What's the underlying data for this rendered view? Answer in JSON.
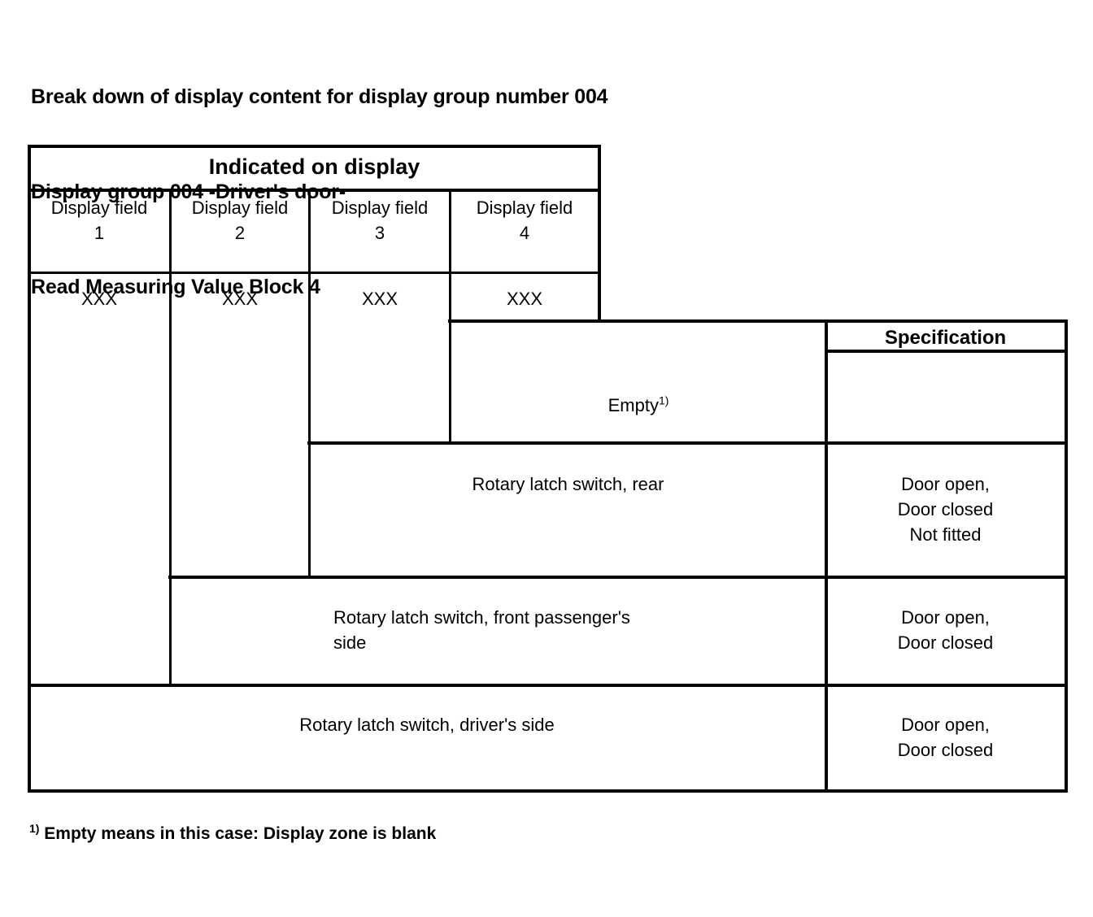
{
  "heading": {
    "line1": "Break down of display content for display group number 004",
    "line2": "Display group 004 -Driver's door-",
    "line3": "Read Measuring Value Block 4"
  },
  "table": {
    "banner": "Indicated on display",
    "spec_header": "Specification",
    "field_headers": [
      "Display field\n1",
      "Display field\n2",
      "Display field\n3",
      "Display field\n4"
    ],
    "value_row": [
      "XXX",
      "XXX",
      "XXX",
      "XXX"
    ],
    "descriptions": {
      "field4": "Empty",
      "field4_footnote_marker": "1)",
      "field3": "Rotary latch switch, rear",
      "field2": "Rotary latch switch, front passenger's\nside",
      "field1": "Rotary latch switch, driver's side"
    },
    "specifications": {
      "field4": "",
      "field3": "Door open,\nDoor closed\nNot fitted",
      "field2": "Door open,\nDoor closed",
      "field1": "Door open,\nDoor closed"
    }
  },
  "footnote": {
    "marker": "1)",
    "text": " Empty means in this case: Display zone is blank"
  }
}
